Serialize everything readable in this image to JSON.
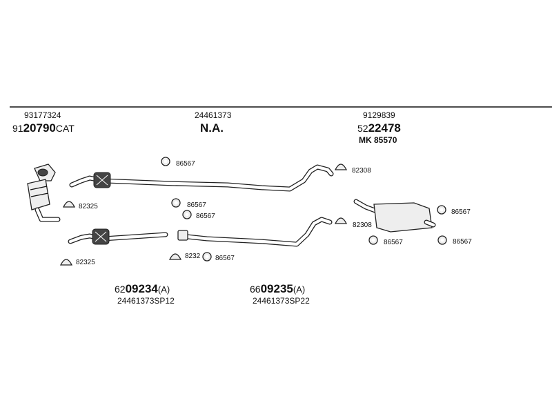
{
  "header": {
    "part1": {
      "ref": "93177324",
      "code_prefix": "91",
      "code_main": "20790",
      "code_suffix": "CAT"
    },
    "part2": {
      "ref": "24461373",
      "code_main": "N.A."
    },
    "part3": {
      "ref": "9129839",
      "code_prefix": "52",
      "code_main": "22478",
      "kit": "MK 85570"
    }
  },
  "bottom": {
    "part4": {
      "code_prefix": "62",
      "code_main": "09234",
      "code_suffix": "(A)",
      "ref": "24461373SP12"
    },
    "part5": {
      "code_prefix": "66",
      "code_main": "09235",
      "code_suffix": "(A)",
      "ref": "24461373SP22"
    }
  },
  "callouts": {
    "hanger_a": "86567",
    "hanger_b": "86567",
    "hanger_c": "86567",
    "hanger_d": "86567",
    "hanger_e": "86567",
    "hanger_f": "86567",
    "hanger_g": "86567",
    "clamp_a": "82308",
    "clamp_b": "82308",
    "clamp_c": "82325",
    "clamp_d": "82325",
    "clamp_e": "8232"
  }
}
